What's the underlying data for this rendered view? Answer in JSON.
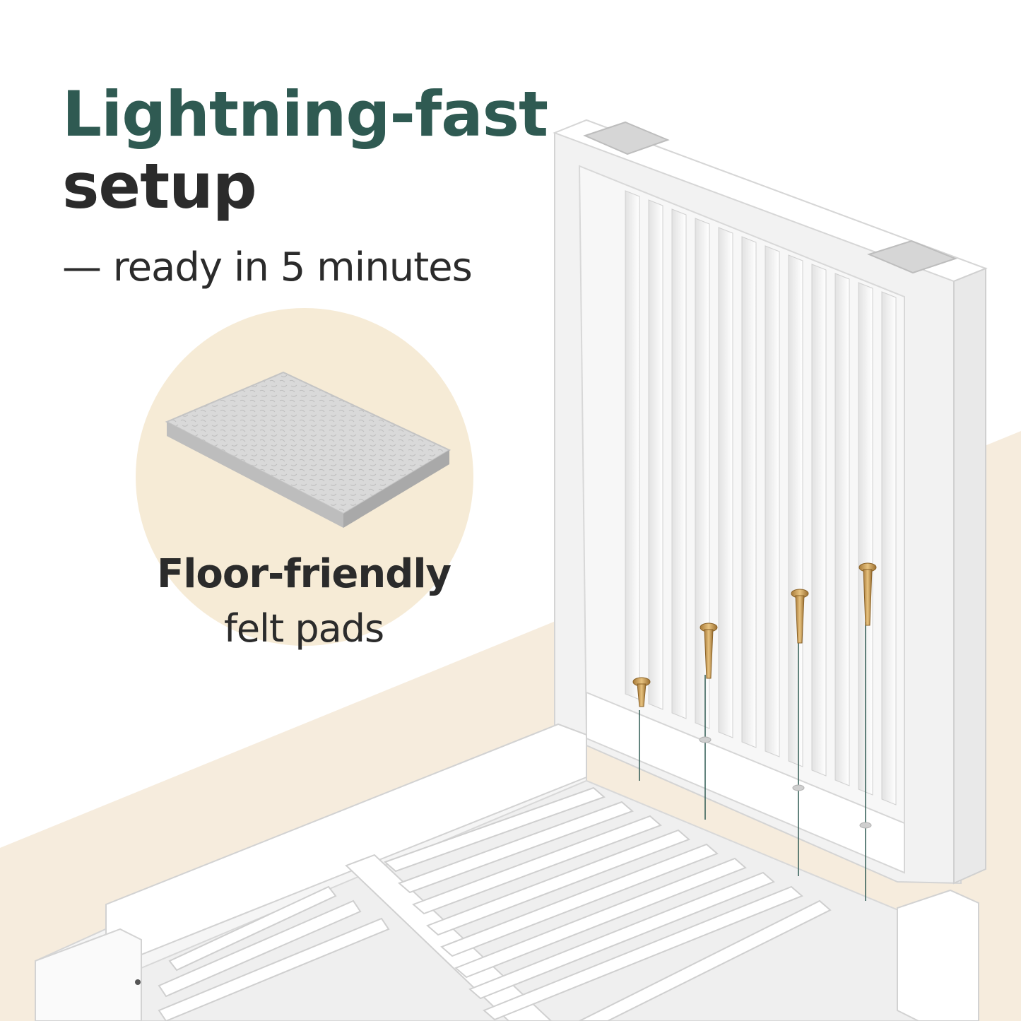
{
  "headline": {
    "line1": "Lightning-fast",
    "line2": "setup",
    "subline": "— ready in 5 minutes"
  },
  "badge": {
    "title": "Floor-friendly",
    "subtitle": "felt pads",
    "icon": "felt-pad-icon"
  },
  "colors": {
    "accent": "#2f5a52",
    "text": "#2b2b2b",
    "badge_bg": "#f6ebd6",
    "floor": "#f6ecdd",
    "felt": "#d9d9d9"
  }
}
